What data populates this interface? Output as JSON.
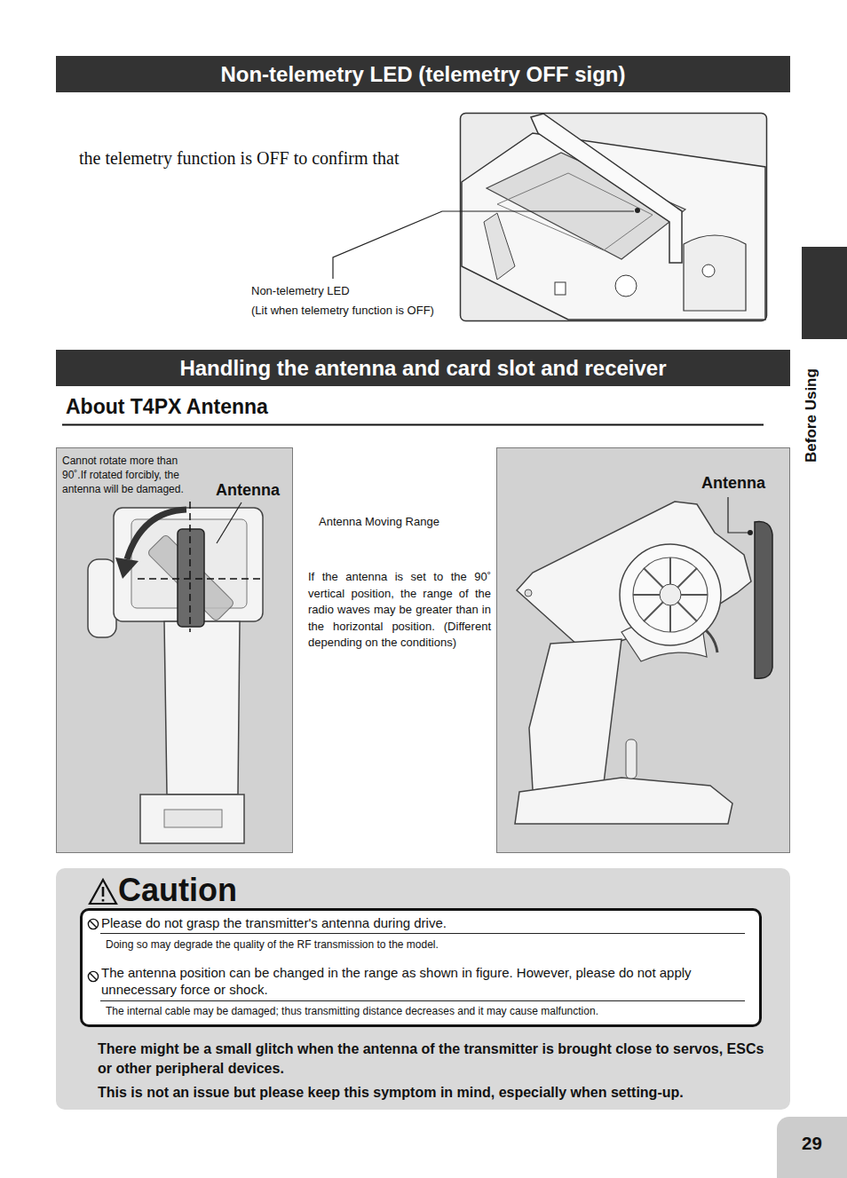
{
  "diagram": {
    "nodes": [
      {
        "text": [
          "Non-telemetry LED (telemetry OFF sign)"
        ]
      },
      {
        "text": [
          "Handling the antenna and card slot and receiver"
        ]
      },
      {
        "text": [
          "Cannot rotate more than 90˚.If rotated forcibly, the antenna will be damaged.",
          "Antenna"
        ]
      },
      {
        "text": [
          "Antenna"
        ]
      },
      {
        "text": [
          "Caution",
          "There might be a small glitch when the antenna of the transmitter is brought close to servos, ESCs or other peripheral devices.",
          "This is not an issue but please keep this symptom in mind, especially when setting-up."
        ]
      },
      {
        "text": [
          "Please do not grasp the transmitter's antenna during drive.",
          "Doing so may degrade the quality of the RF transmission to the model.",
          "The antenna position can be changed in the range as shown in figure. However, please do not apply unnecessary force or shock.",
          "The internal cable may be damaged; thus transmitting distance decreases and it may cause malfunction."
        ],
        "in": 4
      },
      {
        "text": [
          "Before Using"
        ]
      },
      {
        "text": [
          "29"
        ]
      }
    ],
    "labels": [
      "the telemetry function is OFF to confirm that",
      "Non-telemetry LED",
      "(Lit when telemetry function is OFF)",
      "About T4PX Antenna",
      "Antenna Moving Range",
      "If the antenna is set to the 90˚ vertical position, the range of the radio waves may be greater than in the horizontal position. (Different depending on the conditions)"
    ]
  }
}
